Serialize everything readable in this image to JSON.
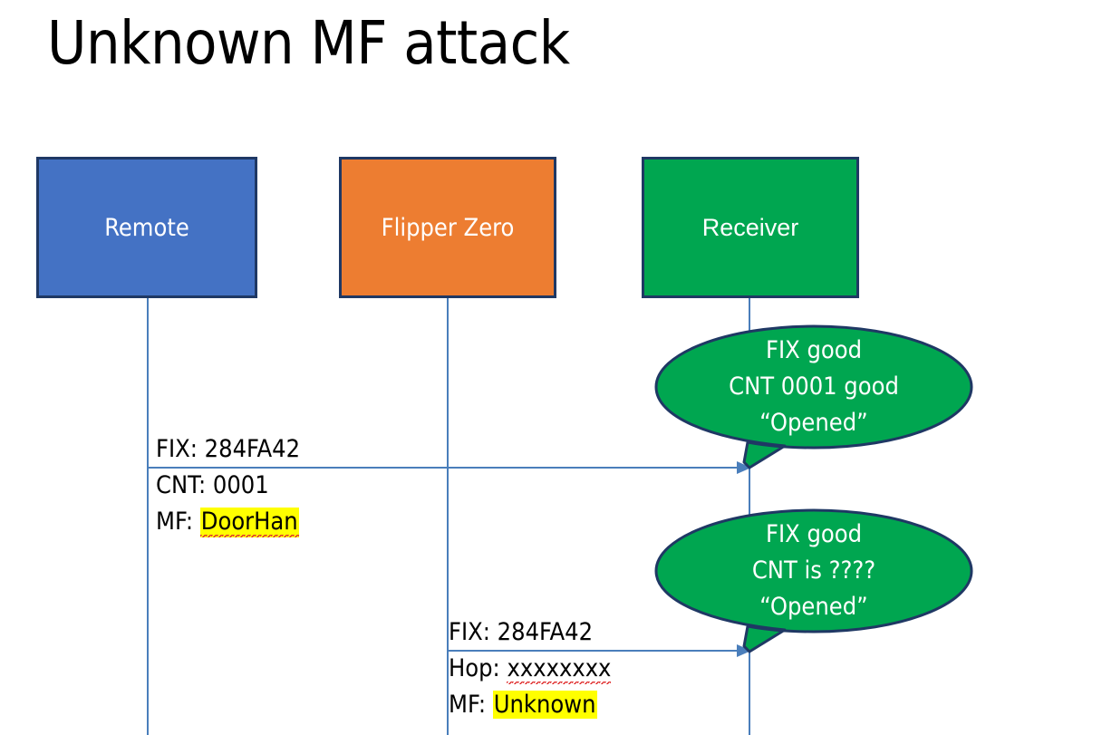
{
  "slide": {
    "title": "Unknown MF attack",
    "background_color": "#FFFFFF"
  },
  "colors": {
    "remote_box": "#4472C4",
    "flipper_box": "#ED7D31",
    "receiver_box": "#00A650",
    "box_border": "#1F3864",
    "lifeline": "#4A7EBB",
    "arrow": "#4A7EBB",
    "callout_fill": "#00A650",
    "callout_border": "#1F3864",
    "highlight": "#FFFF00",
    "spellcheck_underline": "#E03030",
    "text_dark": "#000000",
    "text_light": "#FFFFFF"
  },
  "actors": [
    {
      "id": "remote",
      "label": "Remote"
    },
    {
      "id": "flipper",
      "label": "Flipper Zero"
    },
    {
      "id": "receiver",
      "label": "Receiver"
    }
  ],
  "messages": [
    {
      "id": "remote-to-receiver",
      "from": "remote",
      "to": "receiver",
      "lines": [
        {
          "label": "FIX: ",
          "value": "284FA42",
          "highlighted": false,
          "spellcheck": false
        },
        {
          "label": "CNT: ",
          "value": "0001",
          "highlighted": false,
          "spellcheck": false
        },
        {
          "label": "MF: ",
          "value": "DoorHan",
          "highlighted": true,
          "spellcheck": true
        }
      ]
    },
    {
      "id": "flipper-to-receiver",
      "from": "flipper",
      "to": "receiver",
      "lines": [
        {
          "label": "FIX: ",
          "value": "284FA42",
          "highlighted": false,
          "spellcheck": false
        },
        {
          "label": "Hop: ",
          "value": "xxxxxxxx",
          "highlighted": false,
          "spellcheck": true
        },
        {
          "label": "MF: ",
          "value": "Unknown",
          "highlighted": true,
          "spellcheck": false
        }
      ]
    }
  ],
  "callouts": [
    {
      "id": "first",
      "lines": [
        "FIX good",
        "CNT 0001 good",
        "“Opened”"
      ]
    },
    {
      "id": "second",
      "lines": [
        "FIX good",
        "CNT is ????",
        "“Opened”"
      ]
    }
  ]
}
